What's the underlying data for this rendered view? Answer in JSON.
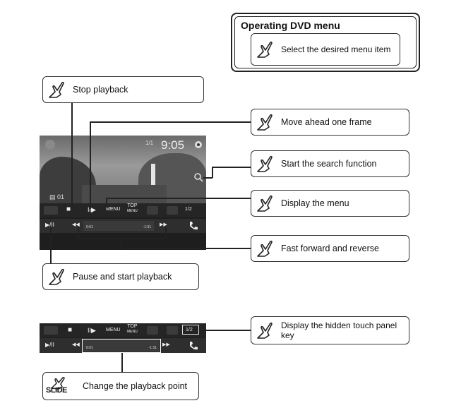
{
  "dvd_menu_box": {
    "title": "Operating DVD menu",
    "instruction": "Select the desired menu item"
  },
  "callouts": {
    "stop": "Stop playback",
    "frame": "Move ahead one frame",
    "search": "Start the search function",
    "menu": "Display the menu",
    "ffrev": "Fast forward and reverse",
    "pause": "Pause and start playback",
    "hidden_key": "Display the hidden touch panel key",
    "playback_point": "Change the playback point",
    "slide_icon_text": "SLIDE"
  },
  "screen1": {
    "clock": "9:05",
    "top_fraction": "1/1",
    "chapter": "01",
    "menu_label": "MENU",
    "top_menu_label_1": "TOP",
    "top_menu_label_2": "MENU",
    "page_label": "1/2",
    "time_start": "0:01",
    "time_end": "-1:31"
  },
  "screen2": {
    "menu_label": "MENU",
    "top_menu_label_1": "TOP",
    "top_menu_label_2": "MENU",
    "page_label": "1/2",
    "time_start": "0:01",
    "time_end": "-1:31"
  },
  "icons": {
    "stop": "■",
    "frame": "II▶",
    "rewind": "◀◀",
    "fast_forward": "▶▶",
    "play_pause": "▶/II",
    "search": "search-icon",
    "gear": "gear-icon",
    "phone": "phone-icon",
    "hand": "hand-pointer-icon"
  }
}
